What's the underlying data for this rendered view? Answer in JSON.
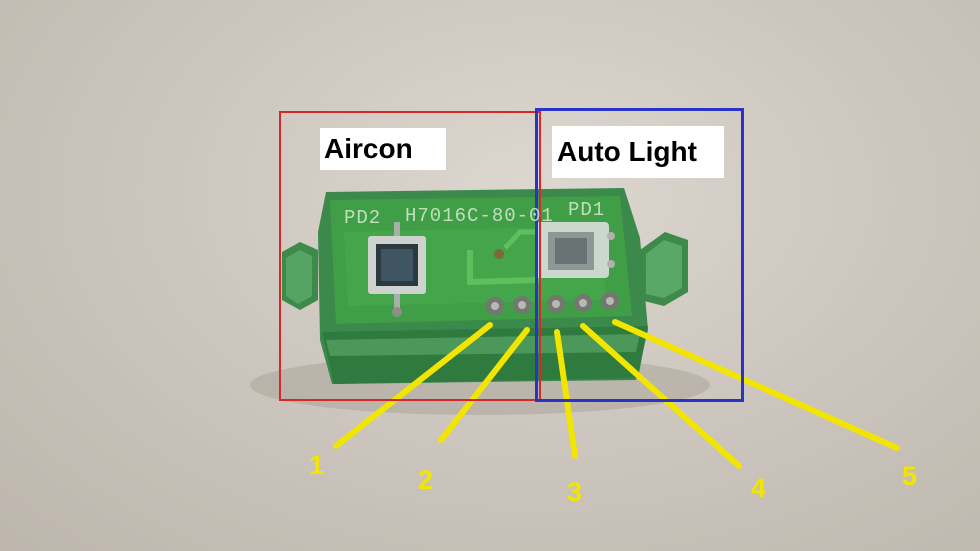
{
  "labels": {
    "aircon": "Aircon",
    "auto_light": "Auto Light"
  },
  "pcb": {
    "pd2": "PD2",
    "part_number": "H7016C-80-01",
    "pd1": "PD1"
  },
  "pins": [
    "1",
    "2",
    "3",
    "4",
    "5"
  ],
  "colors": {
    "aircon_frame": "#d9262b",
    "auto_light_frame": "#2a33c6",
    "pointer_lines": "#f2e600",
    "housing": "#3f8f4e",
    "board": "#3e9a43"
  }
}
